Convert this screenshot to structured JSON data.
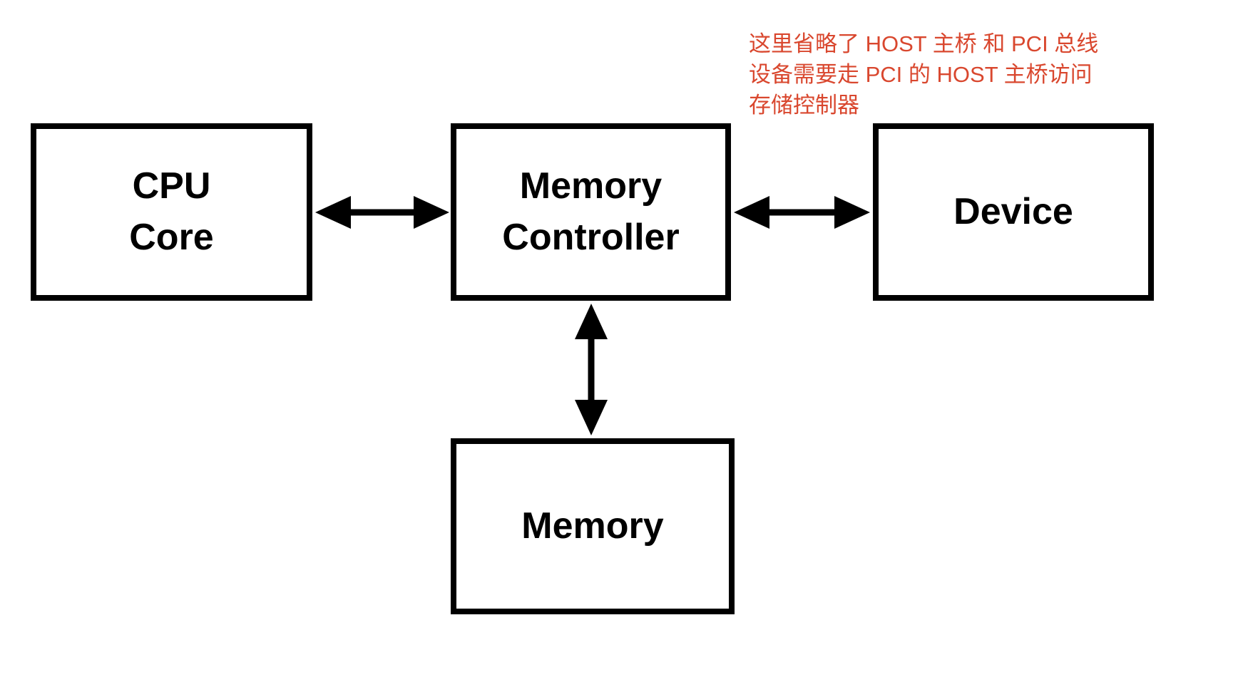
{
  "diagram": {
    "background_color": "#ffffff",
    "node_border_color": "#000000",
    "node_fill_color": "#ffffff",
    "node_text_color": "#000000",
    "arrow_color": "#000000",
    "nodes": [
      {
        "id": "cpu-core",
        "label": "CPU\nCore"
      },
      {
        "id": "memory-controller",
        "label": "Memory\nController"
      },
      {
        "id": "device",
        "label": "Device"
      },
      {
        "id": "memory",
        "label": "Memory"
      }
    ],
    "edges": [
      {
        "from": "cpu-core",
        "to": "memory-controller",
        "type": "bidirectional"
      },
      {
        "from": "memory-controller",
        "to": "device",
        "type": "bidirectional"
      },
      {
        "from": "memory-controller",
        "to": "memory",
        "type": "bidirectional"
      }
    ],
    "annotation": {
      "color": "#d9472e",
      "lines": [
        "这里省略了 HOST 主桥 和 PCI 总线",
        "设备需要走 PCI 的 HOST 主桥访问",
        "存储控制器"
      ]
    }
  }
}
